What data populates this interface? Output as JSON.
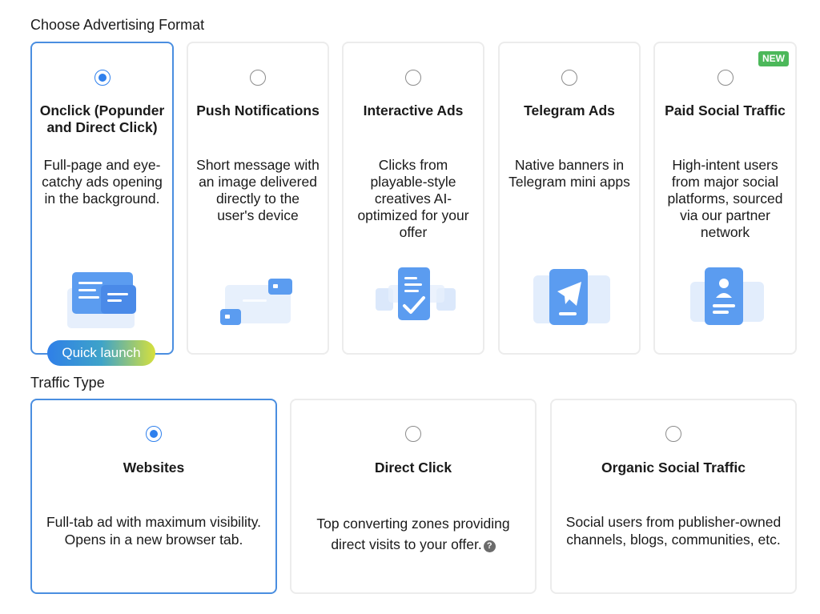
{
  "format_section": {
    "title": "Choose Advertising Format",
    "cards": [
      {
        "title": "Onclick (Popunder and Direct Click)",
        "desc": "Full-page and eye-catchy ads opening in the background.",
        "selected": true,
        "icon": "browser-windows-illustration"
      },
      {
        "title": "Push Notifications",
        "desc": "Short message with an image delivered directly to the user's device",
        "selected": false,
        "icon": "notification-popups-illustration"
      },
      {
        "title": "Interactive Ads",
        "desc": "Clicks from playable-style creatives AI-optimized for your offer",
        "selected": false,
        "icon": "checklist-document-illustration"
      },
      {
        "title": "Telegram Ads",
        "desc": "Native banners in Telegram mini apps",
        "selected": false,
        "icon": "telegram-plane-illustration"
      },
      {
        "title": "Paid Social Traffic",
        "desc": "High-intent users from major social platforms, sourced via our partner network",
        "selected": false,
        "badge": "NEW",
        "icon": "social-profile-illustration"
      }
    ],
    "quick_launch_label": "Quick launch"
  },
  "traffic_section": {
    "title": "Traffic Type",
    "cards": [
      {
        "title": "Websites",
        "desc": "Full-tab ad with maximum visibility. Opens in a new browser tab.",
        "selected": true
      },
      {
        "title": "Direct Click",
        "desc": "Top converting zones providing direct visits to your offer.",
        "selected": false,
        "help_icon": "?"
      },
      {
        "title": "Organic Social Traffic",
        "desc": "Social users from publisher-owned channels, blogs, communities, etc.",
        "selected": false
      }
    ]
  },
  "colors": {
    "accent": "#2f80ed",
    "selected_border": "#4a8ee0",
    "badge_green": "#4cb85a",
    "illustration_blue": "#5b9cf0"
  }
}
